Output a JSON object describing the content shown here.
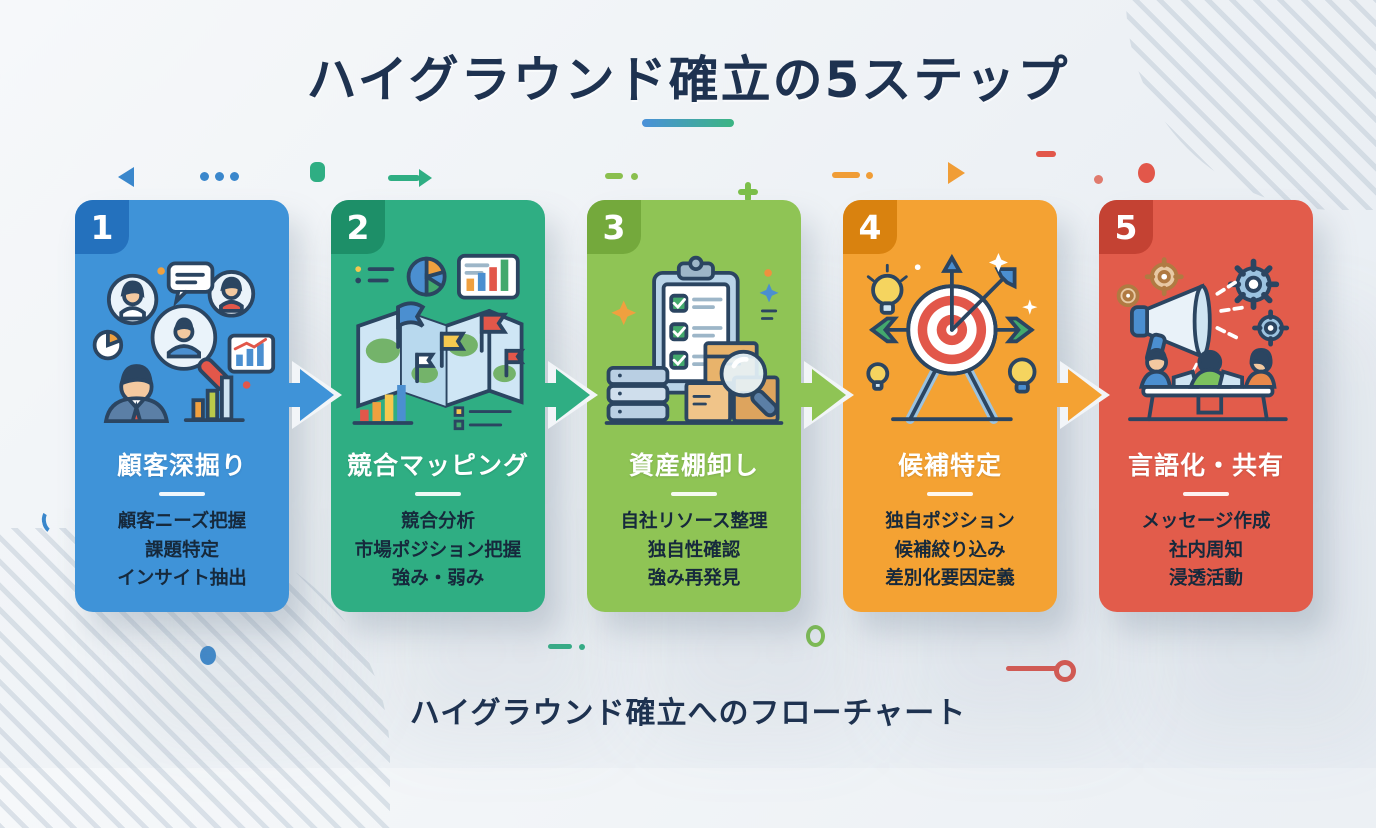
{
  "title": "ハイグラウンド確立の5ステップ",
  "caption": "ハイグラウンド確立へのフローチャート",
  "accent": {
    "underline_from": "#4a90d9",
    "underline_to": "#3cb583",
    "heading_color": "#1e3250"
  },
  "steps": [
    {
      "number": "1",
      "title": "顧客深掘り",
      "items": [
        "顧客ニーズ把握",
        "課題特定",
        "インサイト抽出"
      ],
      "color": "#3f93d8",
      "tab_color": "#2471bd",
      "icon": "customer-research-illustration"
    },
    {
      "number": "2",
      "title": "競合マッピング",
      "items": [
        "競合分析",
        "市場ポジション把握",
        "強み・弱み"
      ],
      "color": "#2fae83",
      "tab_color": "#1d8f68",
      "icon": "competitor-map-illustration"
    },
    {
      "number": "3",
      "title": "資産棚卸し",
      "items": [
        "自社リソース整理",
        "独自性確認",
        "強み再発見"
      ],
      "color": "#8fc455",
      "tab_color": "#74a93c",
      "icon": "asset-inventory-illustration"
    },
    {
      "number": "4",
      "title": "候補特定",
      "items": [
        "独自ポジション",
        "候補絞り込み",
        "差別化要因定義"
      ],
      "color": "#f4a233",
      "tab_color": "#d9820f",
      "icon": "target-selection-illustration"
    },
    {
      "number": "5",
      "title": "言語化・共有",
      "items": [
        "メッセージ作成",
        "社内周知",
        "浸透活動"
      ],
      "color": "#e25c4b",
      "tab_color": "#c44233",
      "icon": "megaphone-share-illustration"
    }
  ]
}
